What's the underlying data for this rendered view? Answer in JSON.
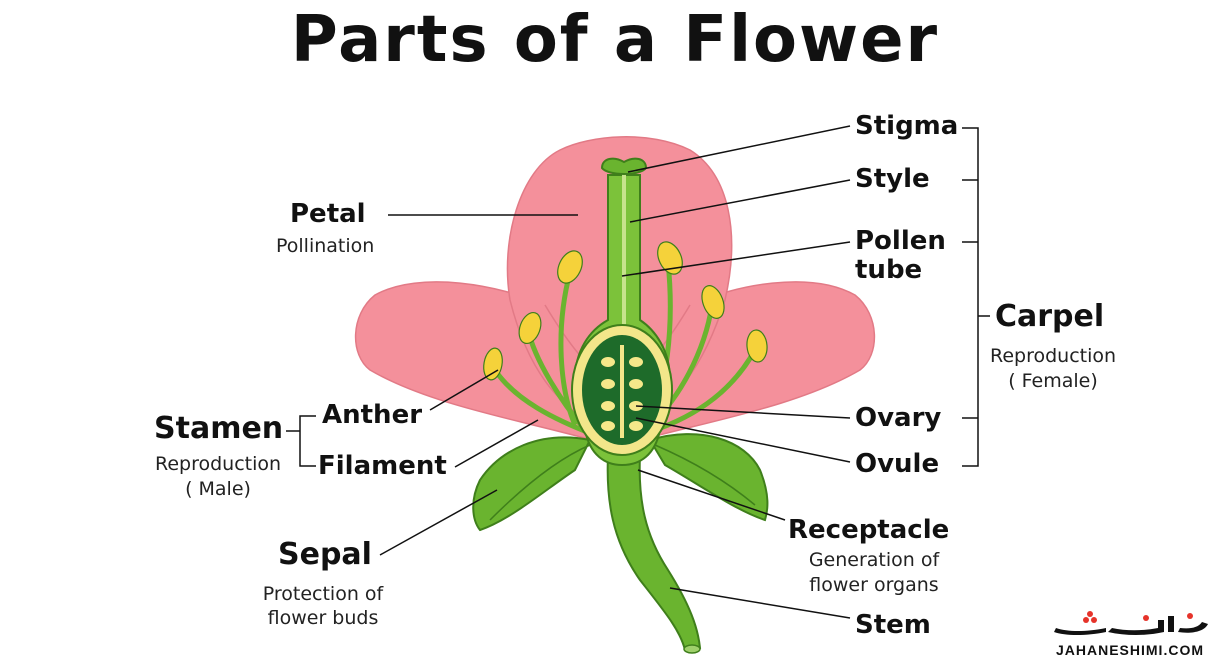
{
  "title": "Parts of a Flower",
  "labels": {
    "stigma": "Stigma",
    "style": "Style",
    "pollen_tube_1": "Pollen",
    "pollen_tube_2": "tube",
    "petal": "Petal",
    "petal_sub": "Pollination",
    "carpel": "Carpel",
    "carpel_sub_1": "Reproduction",
    "carpel_sub_2": "( Female)",
    "stamen": "Stamen",
    "stamen_sub_1": "Reproduction",
    "stamen_sub_2": "( Male)",
    "anther": "Anther",
    "filament": "Filament",
    "ovary": "Ovary",
    "ovule": "Ovule",
    "receptacle": "Receptacle",
    "receptacle_sub_1": "Generation of",
    "receptacle_sub_2": "flower organs",
    "sepal": "Sepal",
    "sepal_sub_1": "Protection of",
    "sepal_sub_2": "flower buds",
    "stem": "Stem"
  },
  "watermark": {
    "text": "JAHANESHIMI.COM"
  },
  "colors": {
    "petal": "#f4909b",
    "petal_dark": "#e9828d",
    "stem": "#6ab42f",
    "stem_dark": "#3f7f1b",
    "anther": "#f5d23a",
    "ovary_inner": "#1e6b2a",
    "ovary_ring": "#f3e68a"
  }
}
